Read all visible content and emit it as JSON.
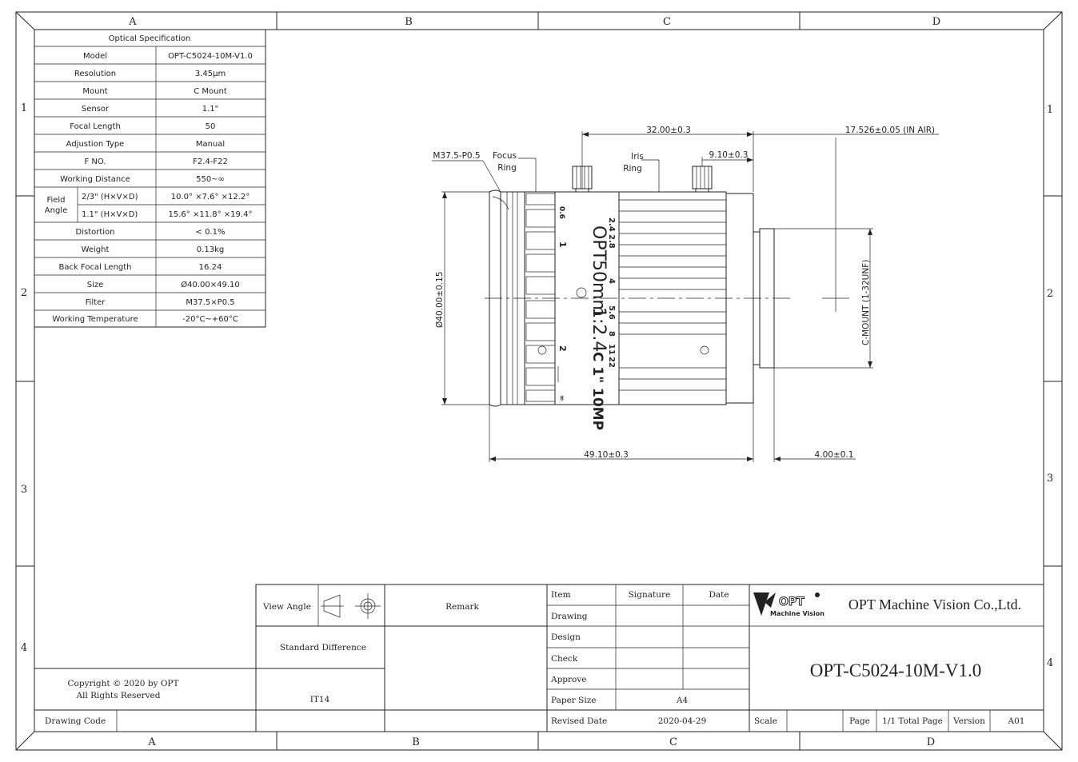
{
  "border": {
    "columns": [
      "A",
      "B",
      "C",
      "D"
    ],
    "rows": [
      "1",
      "2",
      "3",
      "4"
    ]
  },
  "spec_table": {
    "title": "Optical Specification",
    "rows": [
      {
        "label": "Model",
        "value": "OPT-C5024-10M-V1.0"
      },
      {
        "label": "Resolution",
        "value": "3.45μm"
      },
      {
        "label": "Mount",
        "value": "C Mount"
      },
      {
        "label": "Sensor",
        "value": "1.1\""
      },
      {
        "label": "Focal Length",
        "value": "50"
      },
      {
        "label": "Adjustion Type",
        "value": "Manual"
      },
      {
        "label": "F NO.",
        "value": "F2.4-F22"
      },
      {
        "label": "Working Distance",
        "value": "550~∞"
      }
    ],
    "field_angle": {
      "label_line1": "Field",
      "label_line2": "Angle",
      "rows": [
        {
          "sensor": "2/3\" (H×V×D)",
          "value": "10.0° ×7.6° ×12.2°"
        },
        {
          "sensor": "1.1\" (H×V×D)",
          "value": "15.6° ×11.8° ×19.4°"
        }
      ]
    },
    "rows2": [
      {
        "label": "Distortion",
        "value": "< 0.1%"
      },
      {
        "label": "Weight",
        "value": "0.13kg"
      },
      {
        "label": "Back Focal Length",
        "value": "16.24"
      },
      {
        "label": "Size",
        "value": "Ø40.00×49.10"
      },
      {
        "label": "Filter",
        "value": "M37.5×P0.5"
      },
      {
        "label": "Working Temperature",
        "value": "-20°C~+60°C"
      }
    ]
  },
  "drawing": {
    "dim_top_32": "32.00±0.3",
    "dim_top_9": "9.10±0.3",
    "dim_top_17": "17.526±0.05 (IN AIR)",
    "thread": "M37.5-P0.5",
    "focus_ring_1": "Focus",
    "focus_ring_2": "Ring",
    "iris_ring_1": "Iris",
    "iris_ring_2": "Ring",
    "dia": "Ø40.00±0.15",
    "cmount": "C-MOUNT (1-32UNF)",
    "dim_bottom_49": "49.10±0.3",
    "dim_bottom_4": "4.00±0.1",
    "lens_brand": "OPT",
    "lens_focal": "50mm",
    "lens_fno": "1:2.4",
    "lens_mount": "C 1\" 10MP",
    "focus_scale": [
      "0.6",
      "1",
      "2",
      "∞"
    ],
    "iris_scale": [
      "2.4",
      "2.8",
      "4",
      "5.6",
      "8",
      "11",
      "22"
    ]
  },
  "title_block": {
    "view_angle": "View Angle",
    "remark": "Remark",
    "standard_difference": "Standard Difference",
    "tolerance": "IT14",
    "copyright_1": "Copyright © 2020 by OPT",
    "copyright_2": "All Rights Reserved",
    "drawing_code": "Drawing Code",
    "item": "Item",
    "signature": "Signature",
    "date": "Date",
    "roles": [
      "Drawing",
      "Design",
      "Check",
      "Approve"
    ],
    "paper_size_label": "Paper Size",
    "paper_size": "A4",
    "revised_date_label": "Revised Date",
    "revised_date": "2020-04-29",
    "logo_text": "OPT",
    "logo_sub": "Machine Vision",
    "company": "OPT Machine Vision Co.,Ltd.",
    "part_number": "OPT-C5024-10M-V1.0",
    "scale_label": "Scale",
    "page_label": "Page",
    "page_value": "1/1 Total Page",
    "version_label": "Version",
    "version": "A01"
  }
}
